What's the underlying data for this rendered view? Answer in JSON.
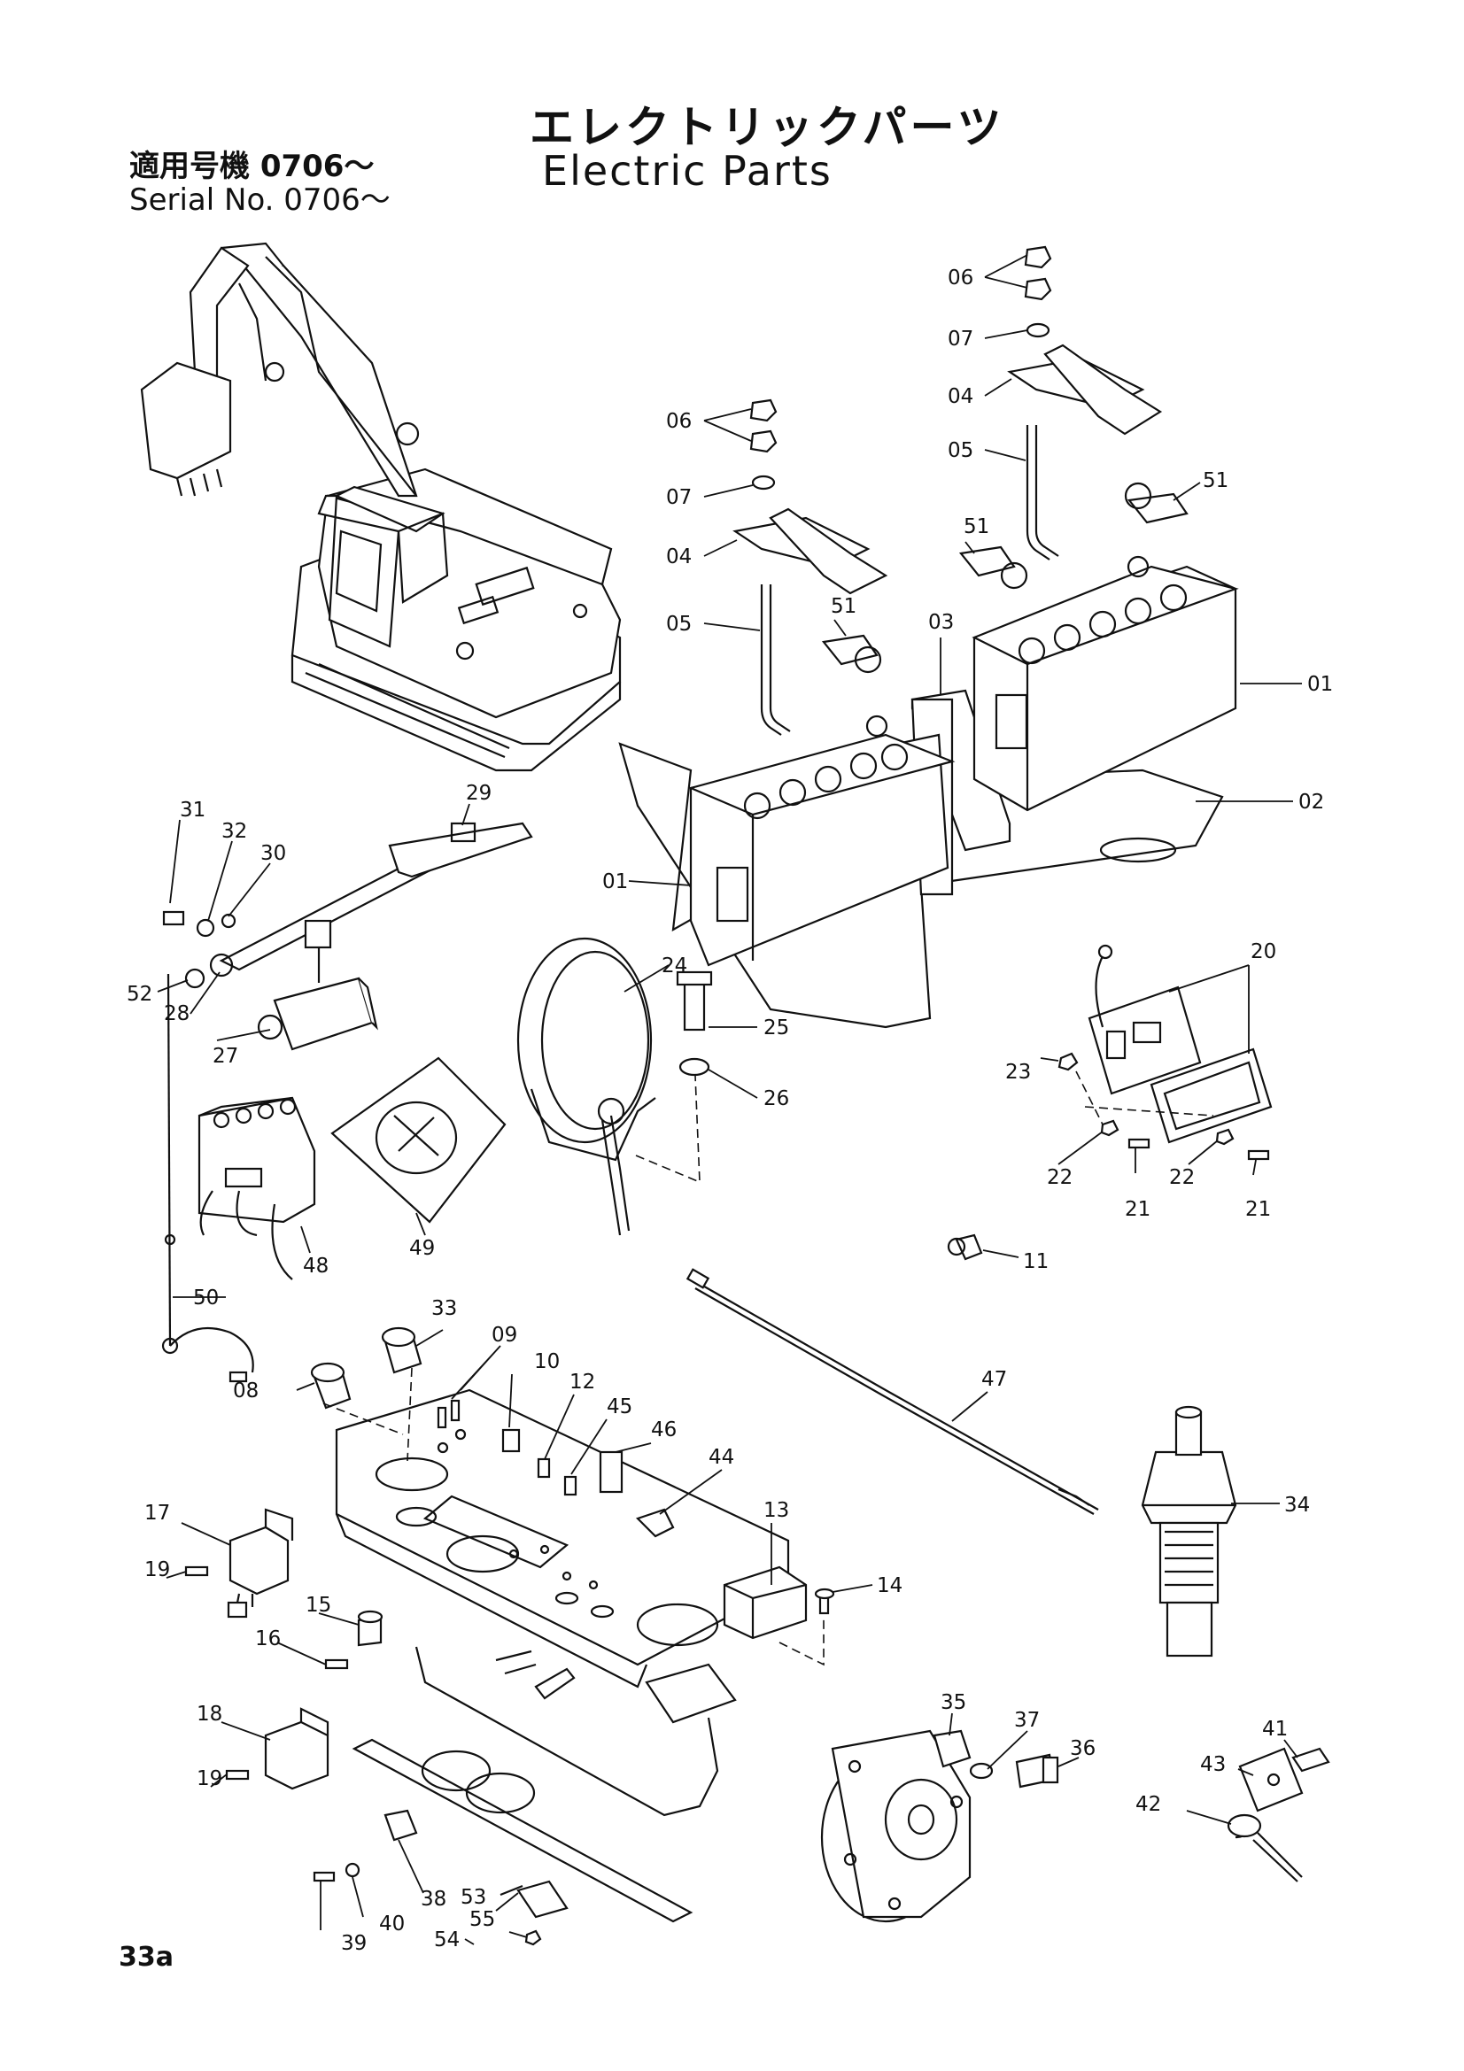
{
  "header": {
    "title_jp": "エレクトリックパーツ",
    "title_en": "Electric Parts",
    "serial_jp": "適用号機 0706～",
    "serial_en": "Serial No. 0706～"
  },
  "page_number": "33a",
  "callouts": [
    {
      "id": "c06a",
      "text": "06"
    },
    {
      "id": "c07a",
      "text": "07"
    },
    {
      "id": "c04a",
      "text": "04"
    },
    {
      "id": "c05a",
      "text": "05"
    },
    {
      "id": "c51a",
      "text": "51"
    },
    {
      "id": "c06b",
      "text": "06"
    },
    {
      "id": "c07b",
      "text": "07"
    },
    {
      "id": "c04b",
      "text": "04"
    },
    {
      "id": "c05b",
      "text": "05"
    },
    {
      "id": "c51b",
      "text": "51"
    },
    {
      "id": "c51c",
      "text": "51"
    },
    {
      "id": "c03",
      "text": "03"
    },
    {
      "id": "c01a",
      "text": "01"
    },
    {
      "id": "c01b",
      "text": "01"
    },
    {
      "id": "c02",
      "text": "02"
    },
    {
      "id": "c29",
      "text": "29"
    },
    {
      "id": "c31",
      "text": "31"
    },
    {
      "id": "c32",
      "text": "32"
    },
    {
      "id": "c30",
      "text": "30"
    },
    {
      "id": "c52",
      "text": "52"
    },
    {
      "id": "c28",
      "text": "28"
    },
    {
      "id": "c27",
      "text": "27"
    },
    {
      "id": "c24",
      "text": "24"
    },
    {
      "id": "c25",
      "text": "25"
    },
    {
      "id": "c26",
      "text": "26"
    },
    {
      "id": "c20",
      "text": "20"
    },
    {
      "id": "c23",
      "text": "23"
    },
    {
      "id": "c22a",
      "text": "22"
    },
    {
      "id": "c21a",
      "text": "21"
    },
    {
      "id": "c22b",
      "text": "22"
    },
    {
      "id": "c21b",
      "text": "21"
    },
    {
      "id": "c11",
      "text": "11"
    },
    {
      "id": "c48",
      "text": "48"
    },
    {
      "id": "c49",
      "text": "49"
    },
    {
      "id": "c50",
      "text": "50"
    },
    {
      "id": "c33",
      "text": "33"
    },
    {
      "id": "c09",
      "text": "09"
    },
    {
      "id": "c10",
      "text": "10"
    },
    {
      "id": "c08",
      "text": "08"
    },
    {
      "id": "c12",
      "text": "12"
    },
    {
      "id": "c45",
      "text": "45"
    },
    {
      "id": "c46",
      "text": "46"
    },
    {
      "id": "c44",
      "text": "44"
    },
    {
      "id": "c47",
      "text": "47"
    },
    {
      "id": "c13",
      "text": "13"
    },
    {
      "id": "c14",
      "text": "14"
    },
    {
      "id": "c34",
      "text": "34"
    },
    {
      "id": "c17",
      "text": "17"
    },
    {
      "id": "c19a",
      "text": "19"
    },
    {
      "id": "c15",
      "text": "15"
    },
    {
      "id": "c16",
      "text": "16"
    },
    {
      "id": "c18",
      "text": "18"
    },
    {
      "id": "c19b",
      "text": "19"
    },
    {
      "id": "c35",
      "text": "35"
    },
    {
      "id": "c37",
      "text": "37"
    },
    {
      "id": "c36",
      "text": "36"
    },
    {
      "id": "c41",
      "text": "41"
    },
    {
      "id": "c43",
      "text": "43"
    },
    {
      "id": "c42",
      "text": "42"
    },
    {
      "id": "c53",
      "text": "53"
    },
    {
      "id": "c55",
      "text": "55"
    },
    {
      "id": "c54",
      "text": "54"
    },
    {
      "id": "c38",
      "text": "38"
    },
    {
      "id": "c39",
      "text": "39"
    },
    {
      "id": "c40",
      "text": "40"
    }
  ]
}
